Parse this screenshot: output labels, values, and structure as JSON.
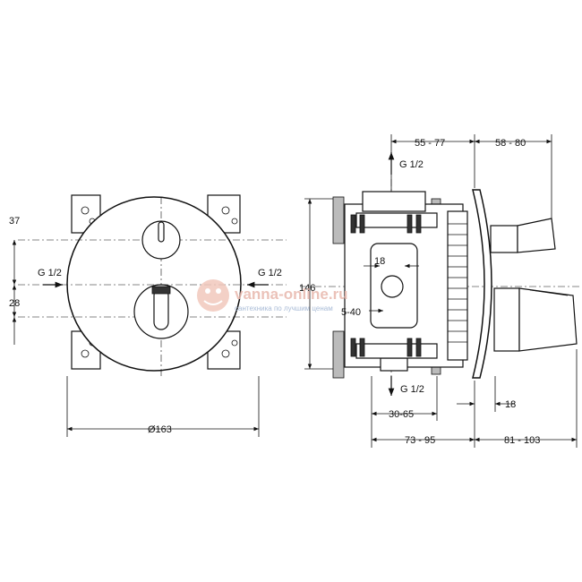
{
  "front_view": {
    "dim_37": "37",
    "dim_28": "28",
    "g_left": "G 1/2",
    "g_right": "G 1/2",
    "diameter": "Ø163"
  },
  "side_view": {
    "dim_55_77": "55 - 77",
    "dim_58_80": "58 - 80",
    "g_top": "G 1/2",
    "dim_146": "146",
    "dim_18_top": "18",
    "dim_5_40": "5-40",
    "g_bottom": "G 1/2",
    "dim_18_right": "18",
    "dim_30_65": "30-65",
    "dim_73_95": "73 - 95",
    "dim_81_103": "81 - 103"
  },
  "watermark": {
    "site": "vanna-online.ru",
    "tagline": "сантехника по лучшим ценам"
  }
}
